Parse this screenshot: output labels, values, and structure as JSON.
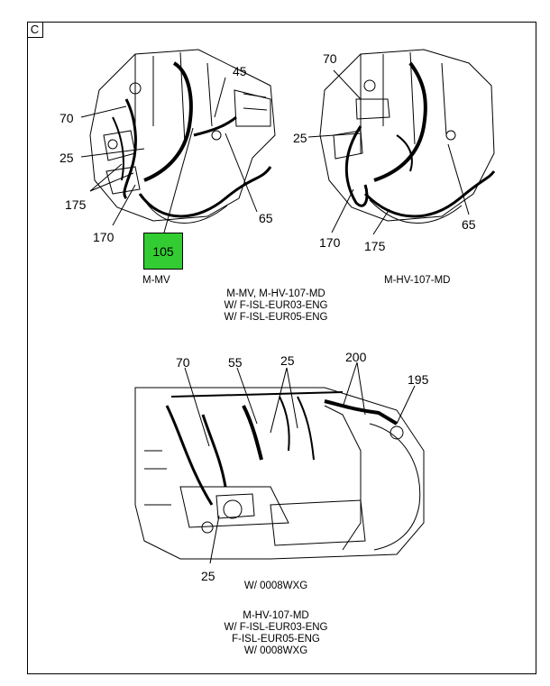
{
  "panel_label": "C",
  "highlight_callout": "105",
  "callouts": {
    "top_left": {
      "c45": "45",
      "c70": "70",
      "c25": "25",
      "c175": "175",
      "c170": "170",
      "c65": "65"
    },
    "top_right": {
      "c70": "70",
      "c25": "25",
      "c170": "170",
      "c175": "175",
      "c65": "65"
    },
    "bottom": {
      "c70": "70",
      "c55": "55",
      "c25a": "25",
      "c200": "200",
      "c195": "195",
      "c25b": "25"
    }
  },
  "captions": {
    "left_model": "M-MV",
    "right_model": "M-HV-107-MD",
    "shared_line1": "M-MV, M-HV-107-MD",
    "shared_line2": "W/ F-ISL-EUR03-ENG",
    "shared_line3": "W/ F-ISL-EUR05-ENG",
    "bottom_option": "W/ 0008WXG",
    "bottom_line1": "M-HV-107-MD",
    "bottom_line2": "W/ F-ISL-EUR03-ENG",
    "bottom_line3": "F-ISL-EUR05-ENG",
    "bottom_line4": "W/ 0008WXG"
  },
  "colors": {
    "highlight": "#33cc33",
    "line": "#000000"
  }
}
